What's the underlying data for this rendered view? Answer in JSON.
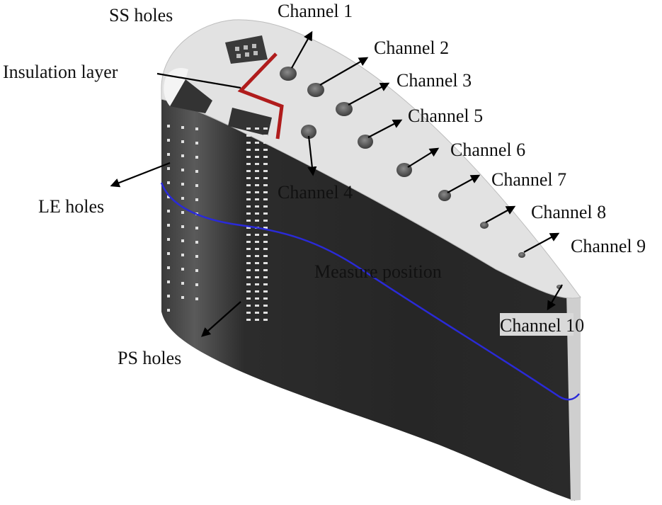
{
  "labels": {
    "ss_holes": "SS holes",
    "insulation_layer": "Insulation layer",
    "le_holes": "LE holes",
    "ps_holes": "PS holes",
    "measure_position": "Measure position",
    "channel_1": "Channel 1",
    "channel_2": "Channel 2",
    "channel_3": "Channel 3",
    "channel_4": "Channel 4",
    "channel_5": "Channel 5",
    "channel_6": "Channel 6",
    "channel_7": "Channel 7",
    "channel_8": "Channel 8",
    "channel_9": "Channel 9",
    "channel_10": "Channel 10"
  },
  "colors": {
    "blade_body": "#2e2e2e",
    "blade_top": "#e4e4e4",
    "insulation": "#b01c1c",
    "measure_line": "#2a2ad8",
    "holes": "#d8d8d8"
  }
}
